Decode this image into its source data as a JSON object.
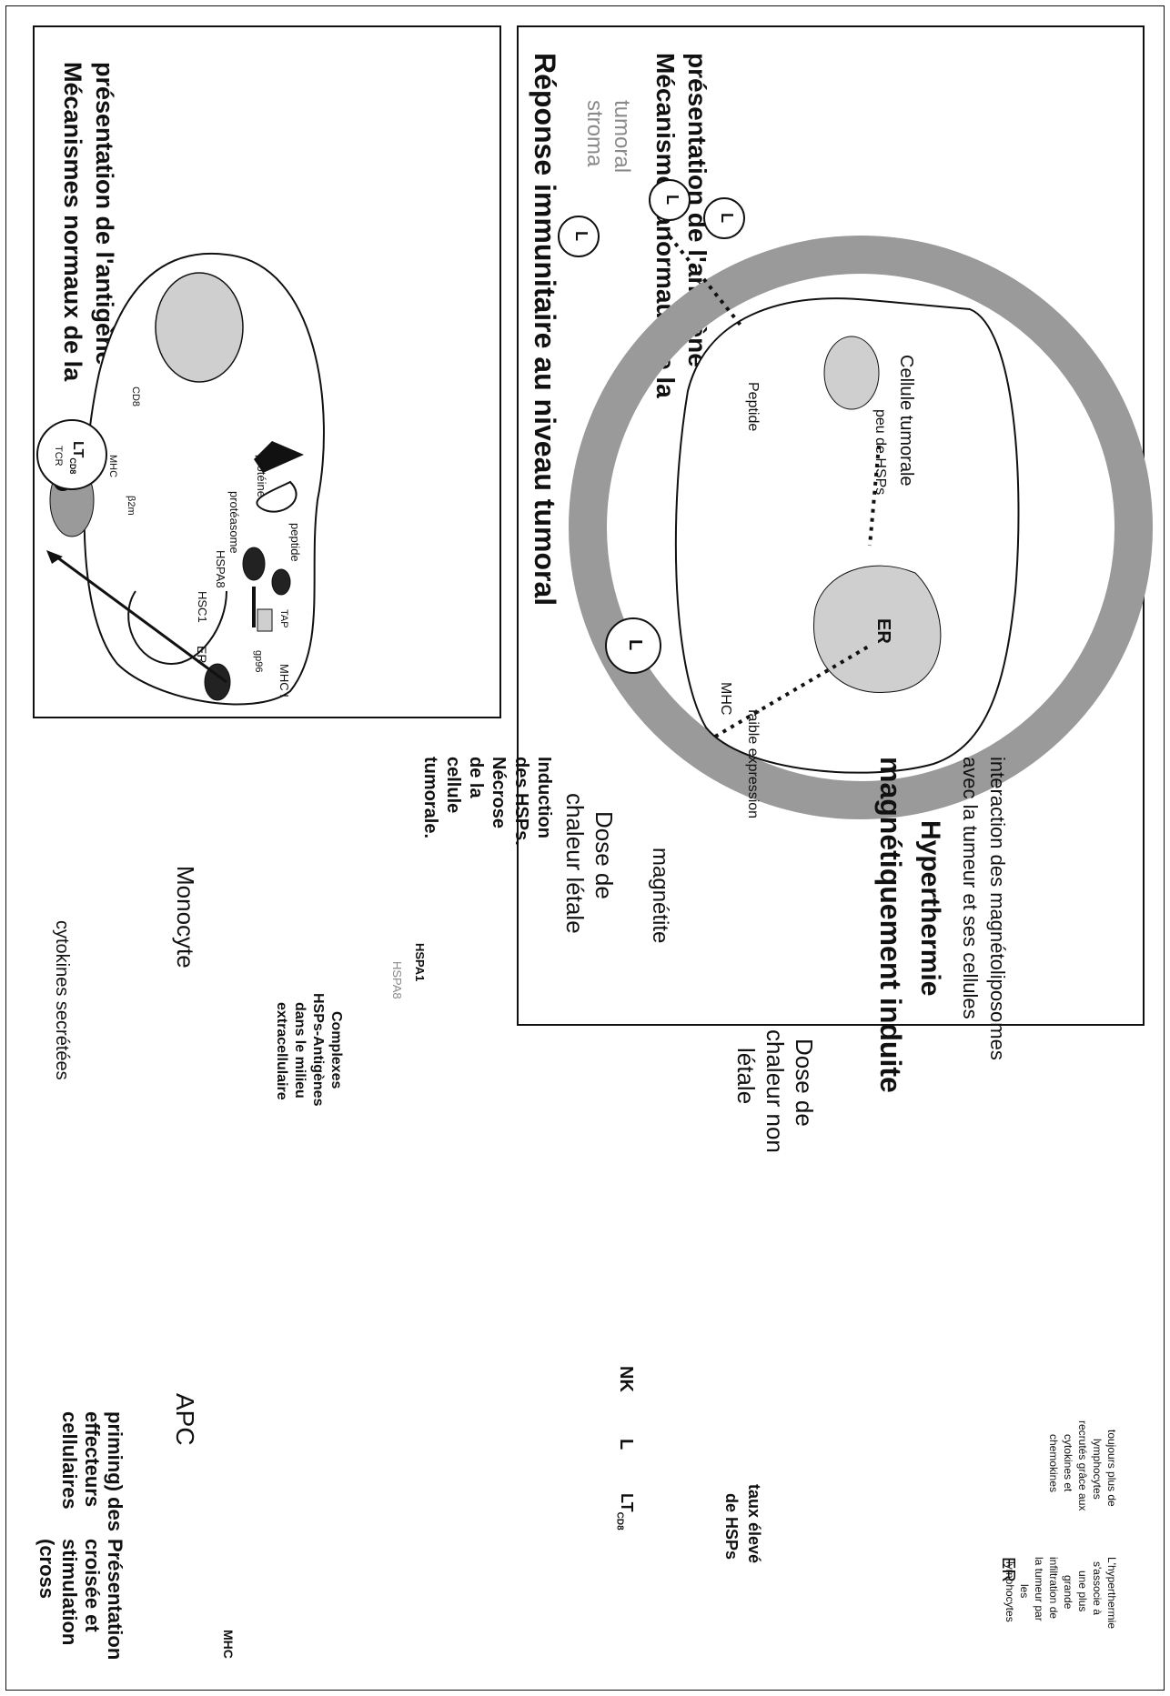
{
  "colors": {
    "grey_ring": "#9a9a9a",
    "cell_fill": "#cfcfcf",
    "ink": "#111111"
  },
  "panel_normal": {
    "title_line1": "Mécanismes normaux de la",
    "title_line2": "présentation de l'antigène",
    "proteine": "protéine",
    "proteasome": "protéasome",
    "peptide": "peptide",
    "hspa8": "HSPA8",
    "hsc1": "HSC1",
    "tap": "TAP",
    "gp96": "gp96",
    "er": "ER",
    "mhc1": "MHC I",
    "cd8": "CD8",
    "ltcd8": "LT",
    "ltcd8_sub": "CD8",
    "b2m": "β2m",
    "mhc": "MHC",
    "tcr": "TCR"
  },
  "panel_tumor": {
    "title": "Réponse immunitaire au niveau tumoral",
    "sub_line1": "Mécanismes anormaux de la",
    "sub_line2": "présentation de l'antigène",
    "stroma_line1": "stroma",
    "stroma_line2": "tumoral",
    "cell_label": "Cellule tumorale",
    "peu_hsps": "peu de HSPs",
    "peptide": "Peptide",
    "er": "ER",
    "mhc": "MHC",
    "faible": "faible expression",
    "l1": "L",
    "l2": "L",
    "l3": "L",
    "l4": "L"
  },
  "panel_hyper": {
    "interaction_line1": "interaction des magnétoliposomes",
    "interaction_line2": "avec la tumeur et ses cellules",
    "title_line1": "Hyperthermie",
    "title_line2": "magnétiquement induite",
    "magnetite": "magnétite",
    "dose_letale_line1": "Dose de",
    "dose_letale_line2": "chaleur létale",
    "dose_nonletale_line1": "Dose de",
    "dose_nonletale_line2": "chaleur non",
    "dose_nonletale_line3": "létale",
    "induction_lines": [
      "Induction",
      "des HSPs.",
      "Nécrose",
      "de la",
      "cellule",
      "tumorale."
    ],
    "hspa1": "HSPA1",
    "hspa8": "HSPA8",
    "complexes_lines": [
      "Complexes",
      "HSPs-Antigènes",
      "dans le milieu",
      "extracellulaire"
    ],
    "monocyte": "Monocyte",
    "cytokines": "cytokines secrétées",
    "taux_line1": "taux élevé",
    "taux_line2": "de HSPs",
    "er": "ER",
    "nk": "NK",
    "l": "L",
    "lt": "LT",
    "lt_sub": "CD8",
    "apc": "APC",
    "mhc": "MHC",
    "presentation_lines": [
      "Présentation",
      "croisée et",
      "stimulation",
      "(cross",
      "priming) des",
      "effecteurs",
      "cellulaires"
    ],
    "hyper_note_lines": [
      "L'hyperthermie",
      "s'associe à",
      "une plus",
      "grande",
      "infiltration de",
      "la tumeur par",
      "les",
      "lymphocytes"
    ],
    "toujours_lines": [
      "toujours plus de",
      "lymphocytes",
      "recrutés grâce aux",
      "cytokines et",
      "chemokines"
    ]
  }
}
